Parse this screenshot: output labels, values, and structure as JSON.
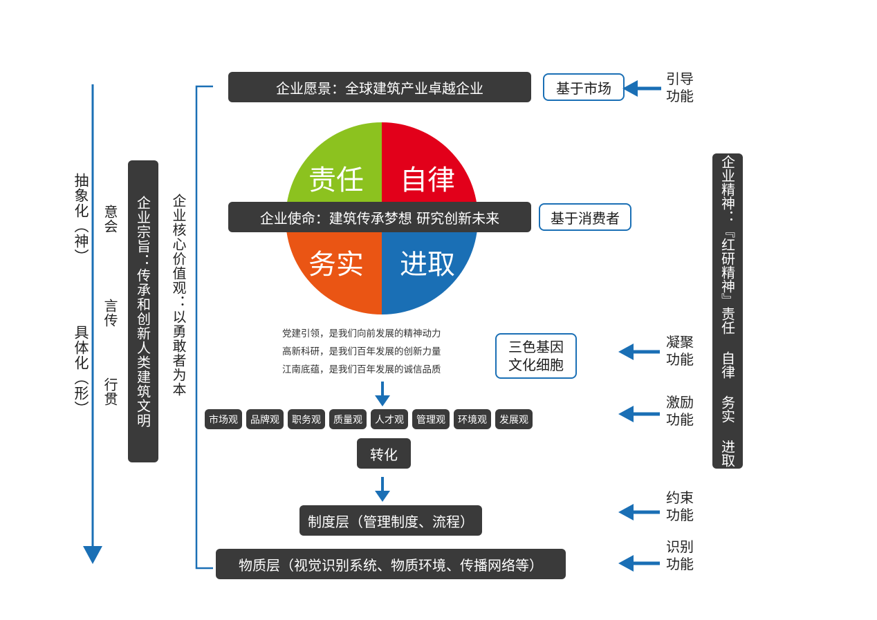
{
  "vision": "企业愿景：全球建筑产业卓越企业",
  "mission": "企业使命：建筑传承梦想 研究创新未来",
  "purpose": "企业宗旨：传承和创新人类建筑文明",
  "core_values": "企业核心价值观：以勇敢者为本",
  "spirit": "企业精神：『红研精神』责任 自律 务实 进取",
  "quadrants": {
    "tl": "责任",
    "tr": "自律",
    "bl": "务实",
    "br": "进取"
  },
  "colors": {
    "green": "#8cc21f",
    "red": "#e2001a",
    "orange": "#ea5514",
    "blue": "#1a6fb5",
    "dark": "#3a3a3a"
  },
  "left_axis": {
    "top": "抽象化（神）",
    "bottom": "具体化（形）"
  },
  "left_process": [
    "意会",
    "言传",
    "行贯"
  ],
  "tags": {
    "market": "基于市场",
    "consumer": "基于消费者",
    "gene": "三色基因\n文化细胞"
  },
  "culture_lines": [
    "党建引领，是我们向前发展的精神动力",
    "高新科研，是我们百年发展的创新力量",
    "江南底蕴，是我们百年发展的诚信品质"
  ],
  "values": [
    "市场观",
    "品牌观",
    "职务观",
    "质量观",
    "人才观",
    "管理观",
    "环境观",
    "发展观"
  ],
  "transform": "转化",
  "system_layer": "制度层（管理制度、流程）",
  "material_layer": "物质层（视觉识别系统、物质环境、传播网络等）",
  "functions": {
    "guide": "引导\n功能",
    "cohesion": "凝聚\n功能",
    "incentive": "激励\n功能",
    "constraint": "约束\n功能",
    "identify": "识别\n功能"
  }
}
